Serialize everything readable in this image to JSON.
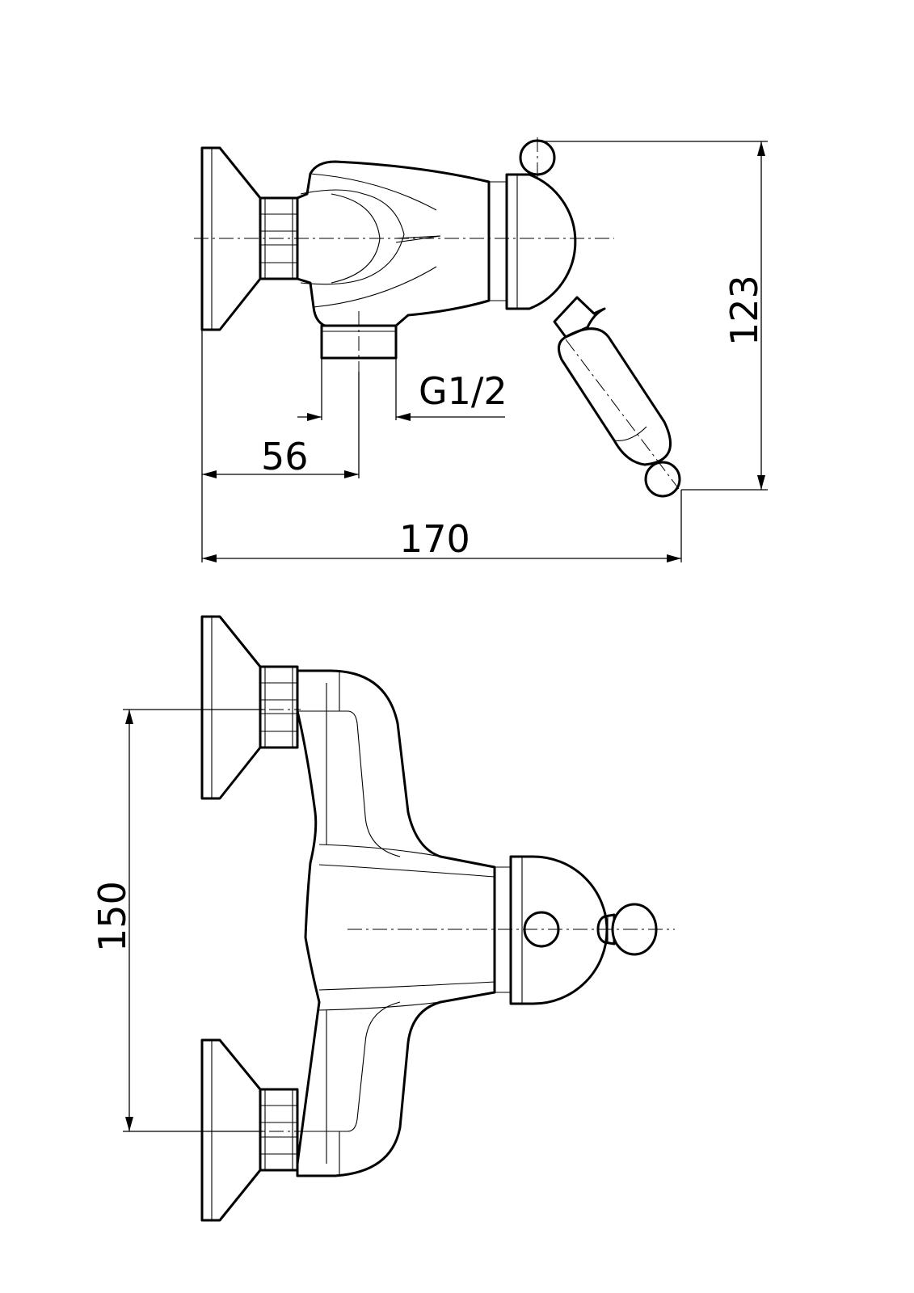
{
  "side_view": {
    "thread_label": "G1/2",
    "depth_label": "56",
    "length_label": "170",
    "height_label": "123"
  },
  "front_view": {
    "spacing_label": "150"
  }
}
